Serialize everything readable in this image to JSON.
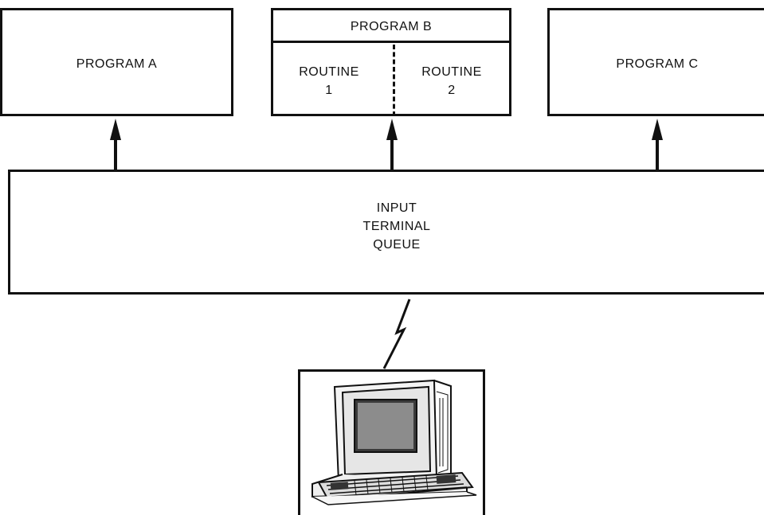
{
  "programs": {
    "a": {
      "label": "PROGRAM A"
    },
    "b": {
      "label": "PROGRAM B",
      "routines": [
        {
          "label": "ROUTINE\n1"
        },
        {
          "label": "ROUTINE\n2"
        }
      ]
    },
    "c": {
      "label": "PROGRAM C"
    }
  },
  "queue": {
    "label": "INPUT\nTERMINAL\nQUEUE"
  },
  "terminal": {
    "icon": "computer-terminal-icon"
  },
  "link": {
    "icon": "lightning-link-icon"
  },
  "colors": {
    "line": "#111111",
    "background": "#ffffff"
  }
}
